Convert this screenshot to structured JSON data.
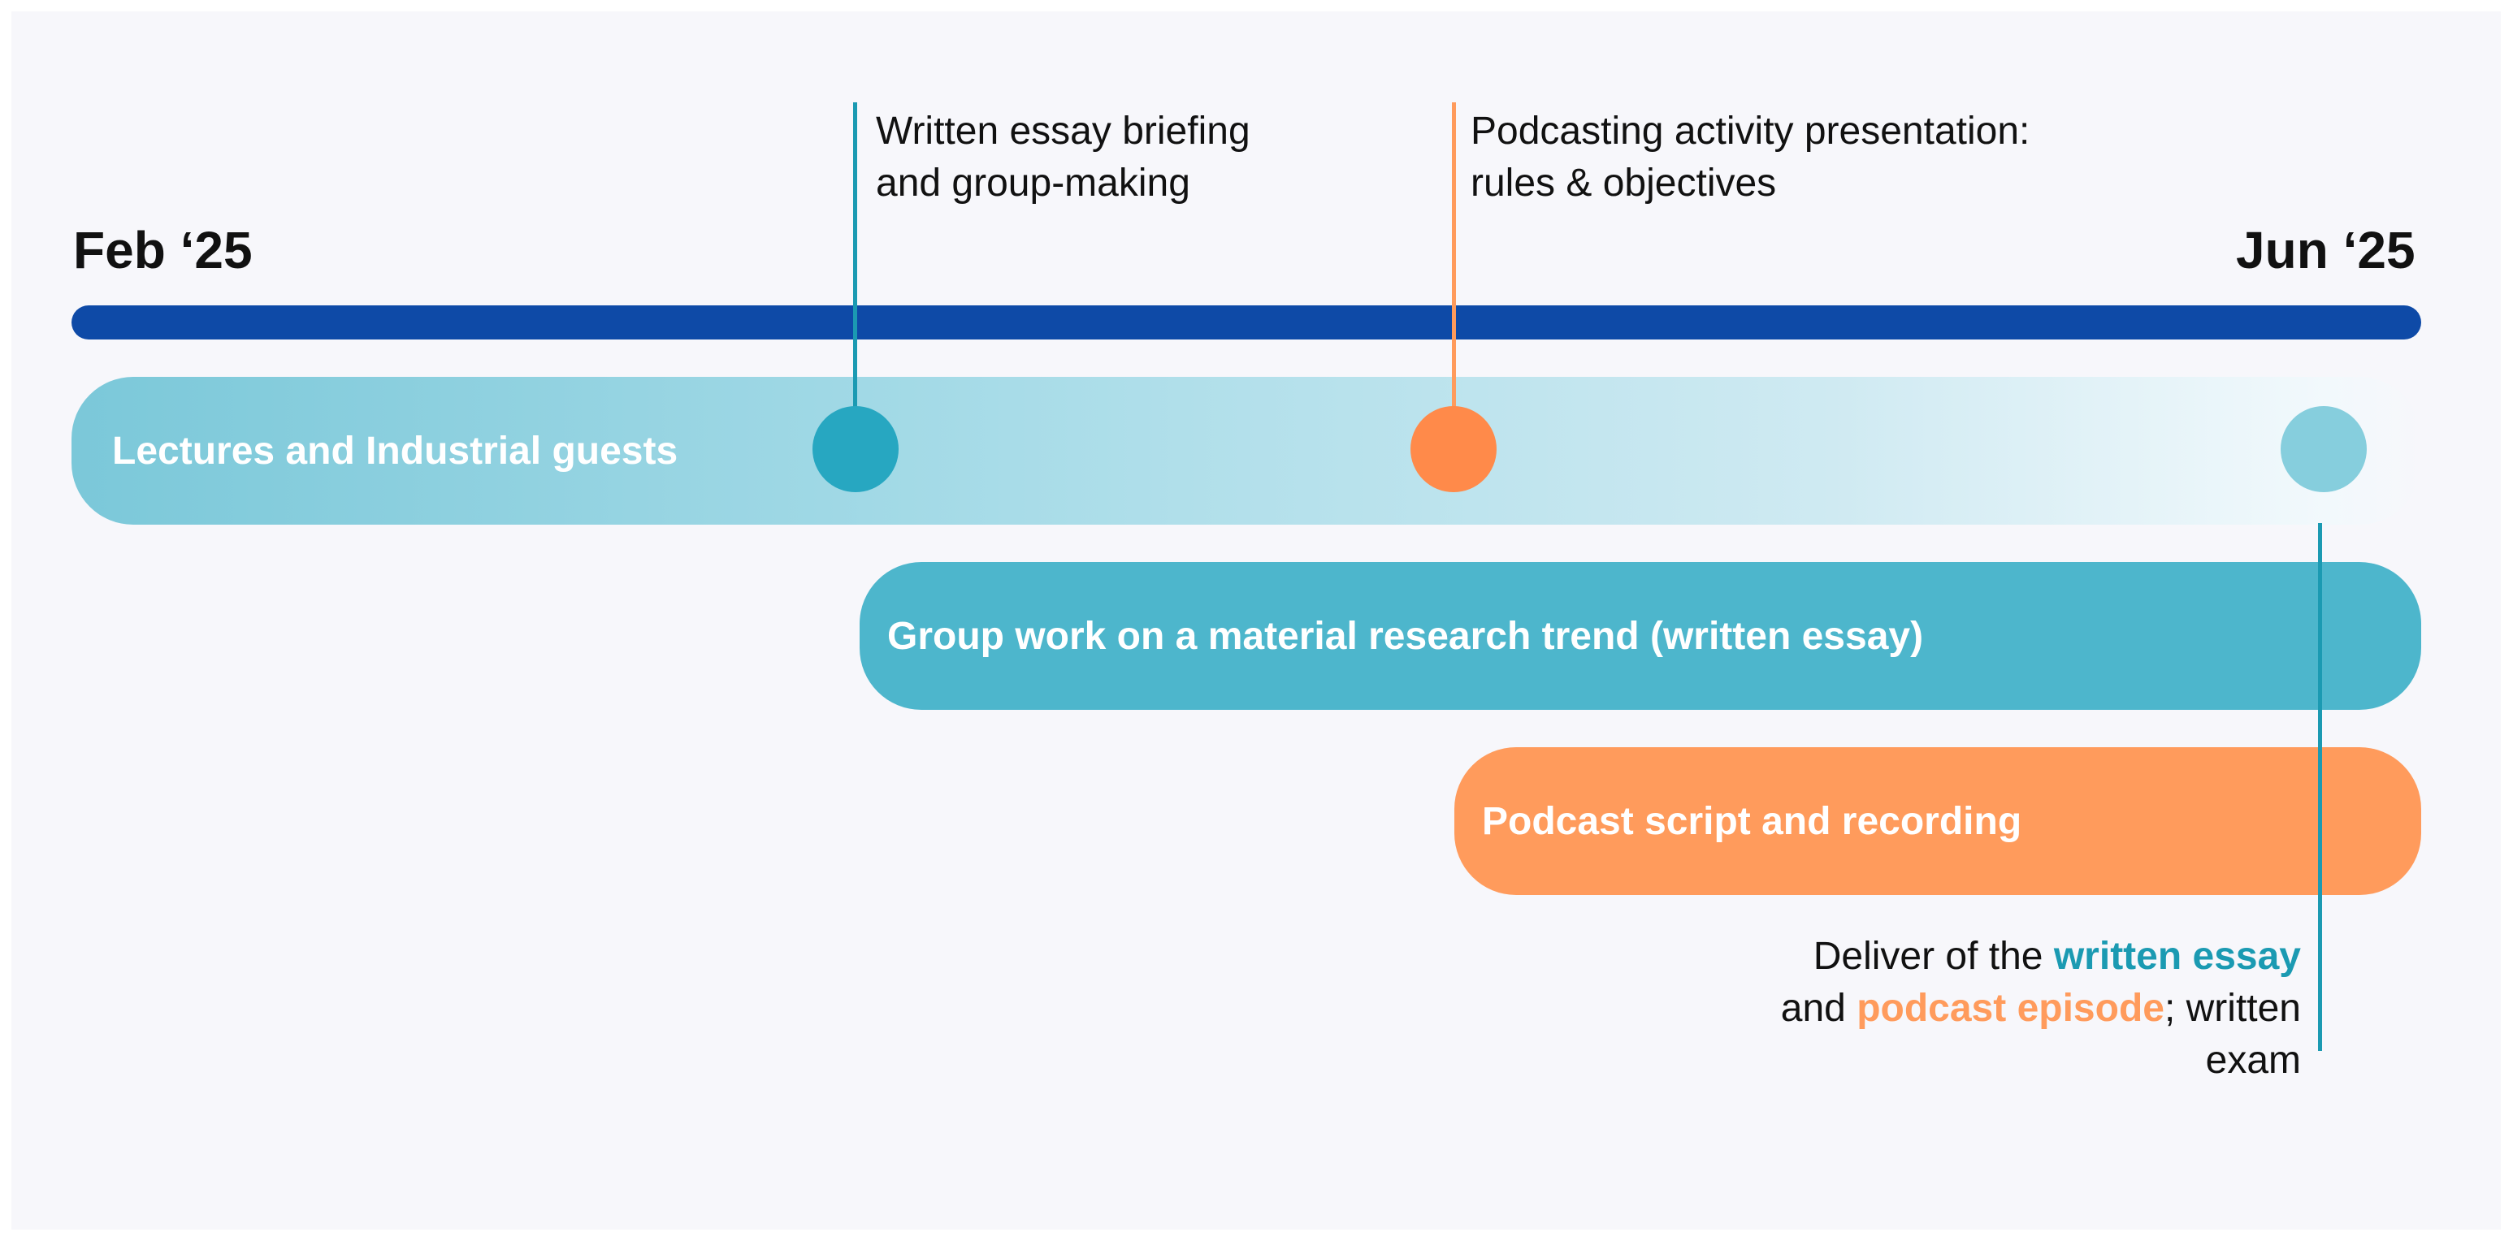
{
  "timeline": {
    "start_label": "Feb ‘25",
    "end_label": "Jun ‘25"
  },
  "bars": [
    {
      "label": "Lectures and Industrial guests"
    },
    {
      "label": "Group work on a material research trend (written essay)"
    },
    {
      "label": "Podcast script and recording"
    }
  ],
  "milestones": {
    "essay_briefing": {
      "line1": "Written essay briefing",
      "line2": "and group-making"
    },
    "podcast_presentation": {
      "line1": "Podcasting activity presentation:",
      "line2": "rules & objectives"
    },
    "delivery": {
      "part1": "Deliver of the ",
      "highlight1": "written essay",
      "part2": "and ",
      "highlight2": "podcast episode",
      "part3": "; written",
      "part4": "exam"
    }
  },
  "colors": {
    "axis": "#0e4aa7",
    "teal": "#1b9ab2",
    "teal_bar": "#4db6cc",
    "orange": "#ff9b5c",
    "light_teal": "#7bc8d9"
  }
}
